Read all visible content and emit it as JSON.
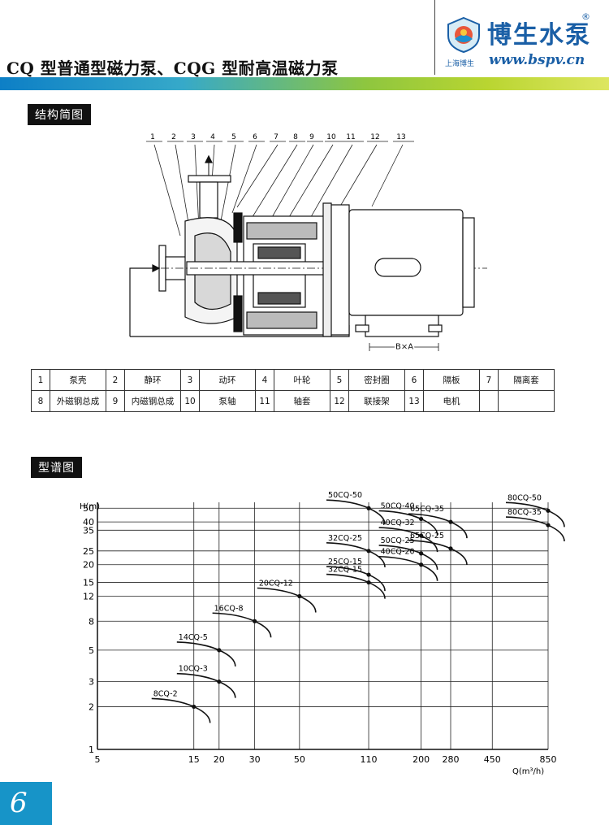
{
  "header": {
    "title": "CQ 型普通型磁力泵、CQG 型耐高温磁力泵",
    "brand_name": "博生水泵",
    "brand_mark": "®",
    "brand_small": "上海博生",
    "brand_url": "www.bspv.cn"
  },
  "sections": {
    "structure_label": "结构简图",
    "chart_label": "型谱图"
  },
  "diagram": {
    "callouts": [
      "1",
      "2",
      "3",
      "4",
      "5",
      "6",
      "7",
      "8",
      "9",
      "10",
      "11",
      "12",
      "13"
    ],
    "dimension_label": "B×A"
  },
  "parts_table": {
    "rows": [
      [
        [
          "1",
          "泵壳"
        ],
        [
          "2",
          "静环"
        ],
        [
          "3",
          "动环"
        ],
        [
          "4",
          "叶轮"
        ],
        [
          "5",
          "密封圈"
        ],
        [
          "6",
          "隔板"
        ],
        [
          "7",
          "隔离套"
        ]
      ],
      [
        [
          "8",
          "外磁钢总成"
        ],
        [
          "9",
          "内磁钢总成"
        ],
        [
          "10",
          "泵轴"
        ],
        [
          "11",
          "轴套"
        ],
        [
          "12",
          "联接架"
        ],
        [
          "13",
          "电机"
        ]
      ]
    ]
  },
  "chart_data": {
    "type": "scatter",
    "xlabel": "Q(m³/h)",
    "ylabel": "H(m)",
    "x_scale": "log",
    "y_scale": "log",
    "x_ticks": [
      "5",
      "15",
      "20",
      "30",
      "50",
      "110",
      "200",
      "280",
      "450",
      "850"
    ],
    "y_ticks": [
      "1",
      "2",
      "3",
      "5",
      "8",
      "12",
      "15",
      "20",
      "25",
      "35",
      "40",
      "50"
    ],
    "xlim": [
      5,
      850
    ],
    "ylim": [
      1,
      55
    ],
    "grid": true,
    "models": [
      {
        "name": "8CQ-2",
        "q": 15,
        "h": 2
      },
      {
        "name": "10CQ-3",
        "q": 20,
        "h": 3
      },
      {
        "name": "14CQ-5",
        "q": 20,
        "h": 5
      },
      {
        "name": "16CQ-8",
        "q": 30,
        "h": 8
      },
      {
        "name": "20CQ-12",
        "q": 50,
        "h": 12
      },
      {
        "name": "32CQ-15",
        "q": 110,
        "h": 15
      },
      {
        "name": "25CQ-15",
        "q": 110,
        "h": 17
      },
      {
        "name": "40CQ-20",
        "q": 200,
        "h": 20
      },
      {
        "name": "32CQ-25",
        "q": 110,
        "h": 25
      },
      {
        "name": "50CQ-25",
        "q": 200,
        "h": 24
      },
      {
        "name": "65CQ-25",
        "q": 280,
        "h": 26
      },
      {
        "name": "40CQ-32",
        "q": 200,
        "h": 32
      },
      {
        "name": "50CQ-40",
        "q": 200,
        "h": 42
      },
      {
        "name": "50CQ-50",
        "q": 110,
        "h": 50
      },
      {
        "name": "65CQ-35",
        "q": 280,
        "h": 40
      },
      {
        "name": "80CQ-50",
        "q": 850,
        "h": 48
      },
      {
        "name": "80CQ-35",
        "q": 850,
        "h": 38
      }
    ]
  },
  "footer": {
    "page_number": "6"
  }
}
